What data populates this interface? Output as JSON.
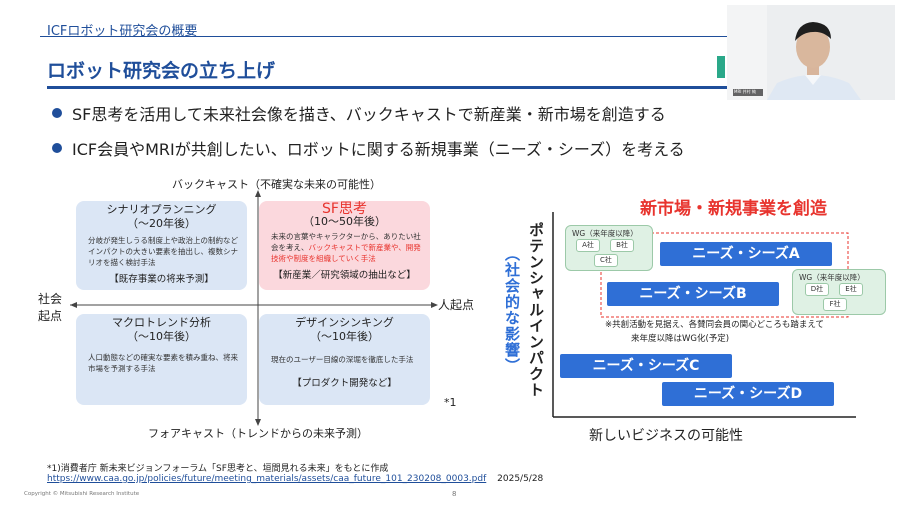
{
  "header": {
    "breadcrumb": "ICFロボット研究会の概要",
    "title": "ロボット研究会の立ち上げ"
  },
  "bullets": [
    "SF思考を活用して未来社会像を描き、バックキャストで新産業・新市場を創造する",
    "ICF会員やMRIが共創したい、ロボットに関する新規事業（ニーズ・シーズ）を考える"
  ],
  "matrix": {
    "top_axis": "バックキャスト（不確実な未来の可能性）",
    "bottom_axis": "フォアキャスト（トレンドからの未来予測）",
    "left_axis_1": "社会",
    "left_axis_2": "起点",
    "right_axis": "人起点",
    "footnote_mark": "*1",
    "q1": {
      "title": "シナリオプランニング",
      "period": "（～20年後）",
      "body": "分岐が発生しうる制度上や政治上の制約などインパクトの大きい要素を抽出し、複数シナリオを描く検討手法",
      "tag": "【既存事業の将来予測】"
    },
    "q2": {
      "title": "SF思考",
      "period": "（10～50年後）",
      "body_1": "未来の言葉やキャラクターから、ありたい社会を考え、",
      "body_2": "バックキャストで新産業や、開発技術や制度を組織していく手法",
      "tag": "【新産業／研究領域の抽出など】"
    },
    "q3": {
      "title": "マクロトレンド分析",
      "period": "（～10年後）",
      "body": "人口動態などの確実な要素を積み重ね、将来市場を予測する手法"
    },
    "q4": {
      "title": "デザインシンキング",
      "period": "（～10年後）",
      "body": "現在のユーザー目線の深堀を徹底した手法",
      "tag": "【プロダクト開発など】"
    }
  },
  "right_chart": {
    "title": "新市場・新規事業を創造",
    "y_axis": "ポテンシャルインパクト",
    "y_axis_sub": "（社会的な影響）",
    "x_axis": "新しいビジネスの可能性",
    "pills": [
      "ニーズ・シーズA",
      "ニーズ・シーズB",
      "ニーズ・シーズC",
      "ニーズ・シーズD"
    ],
    "wg1": {
      "label": "WG（来年度以降）",
      "companies": [
        "A社",
        "B社",
        "C社"
      ]
    },
    "wg2": {
      "label": "WG（来年度以降）",
      "companies": [
        "D社",
        "E社",
        "F社"
      ]
    },
    "note_1": "※共創活動を見据え、各賛同会員の関心どころも踏まえて",
    "note_2": "来年度以降はWG化(予定)"
  },
  "footer": {
    "source": "*1)消費者庁 新未来ビジョンフォーラム「SF思考と、垣間見れる未来」をもとに作成",
    "url": "https://www.caa.go.jp/policies/future/meeting_materials/assets/caa_future_101_230208_0003.pdf",
    "date": "2025/5/28",
    "copyright": "Copyright © Mitsubishi Research Institute",
    "page": "8"
  },
  "video": {
    "name_tag": "MRI 井村 純"
  },
  "colors": {
    "brand_blue": "#1f4e9a",
    "accent_red": "#e8342e",
    "pill_blue": "#2f6fd6",
    "wg_green": "#dff1e4"
  }
}
